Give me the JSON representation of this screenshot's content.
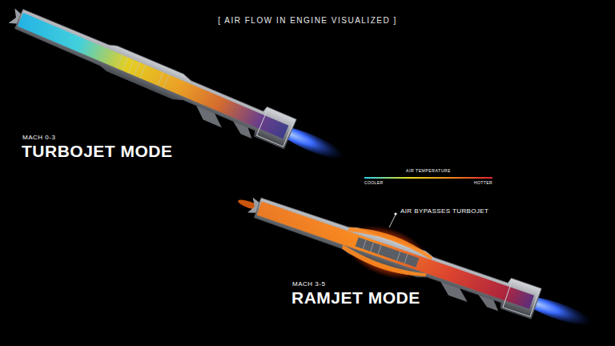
{
  "diagram": {
    "title": "[ AIR FLOW IN ENGINE VISUALIZED ]",
    "labels": [
      "MACH 0-3",
      "TURBOJET MODE",
      "AIR TEMPERATURE",
      "COOLER",
      "HOTTER",
      "AIR BYPASSES TURBOJET",
      "MACH 3-5",
      "RAMJET MODE"
    ]
  }
}
